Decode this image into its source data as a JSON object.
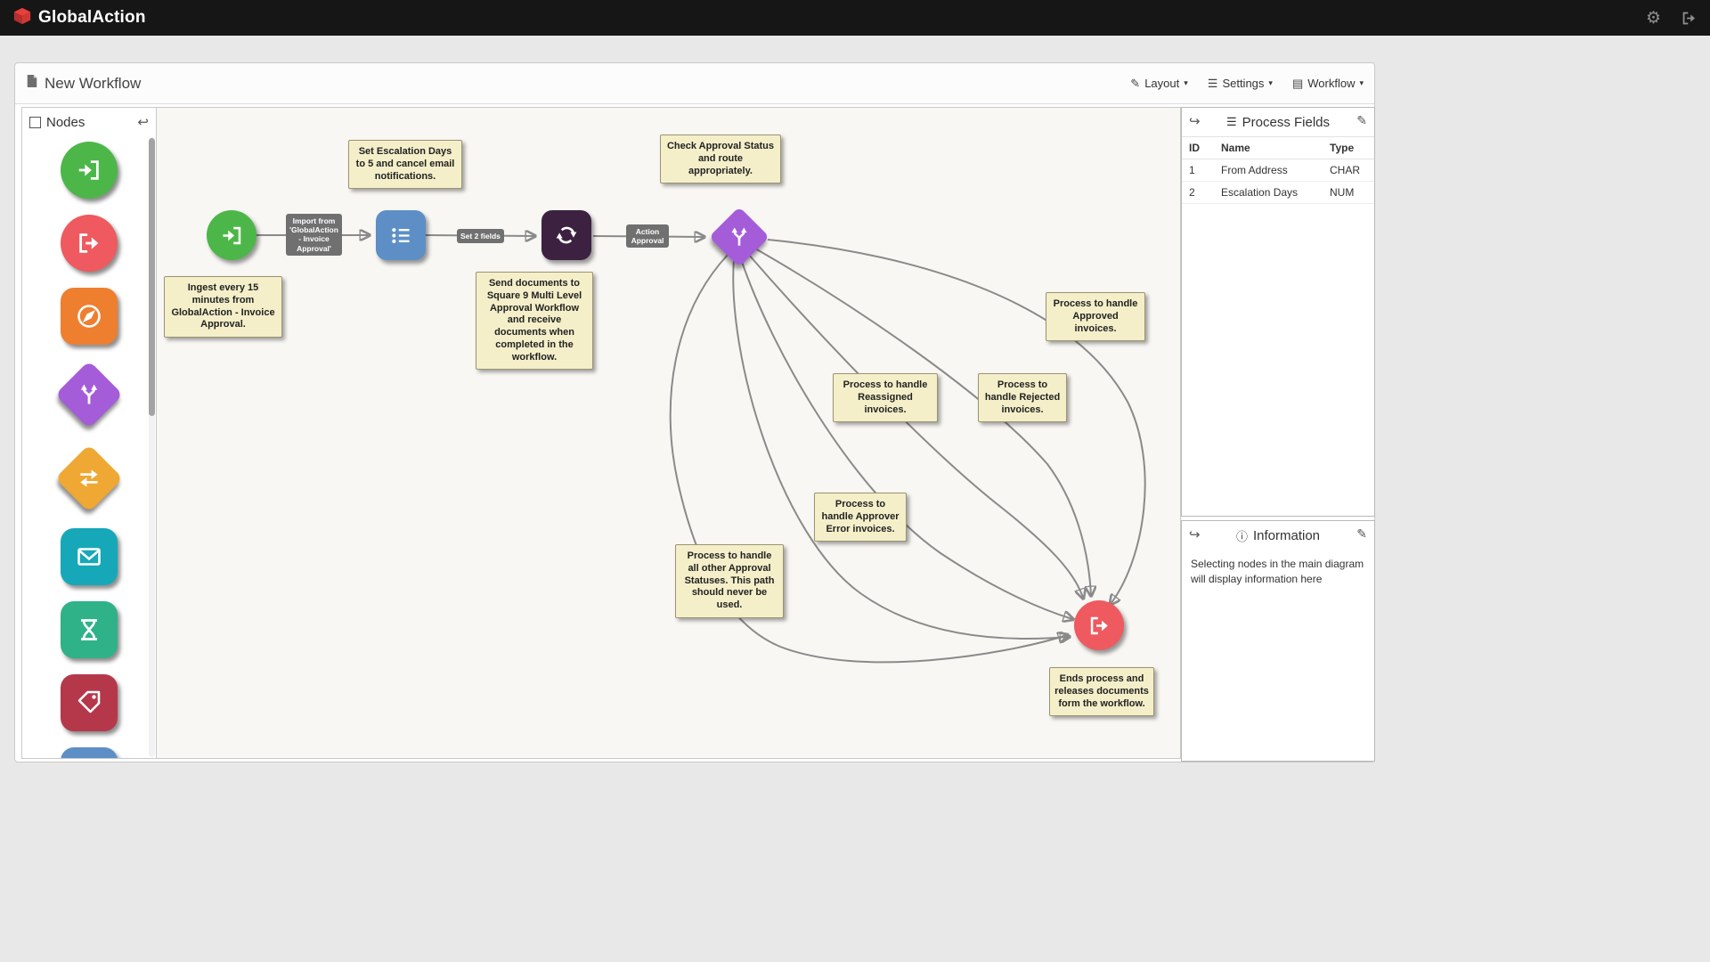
{
  "navbar": {
    "brand": "GlobalAction"
  },
  "toolbar": {
    "title": "New Workflow",
    "layout_label": "Layout",
    "settings_label": "Settings",
    "workflow_label": "Workflow"
  },
  "nodes_panel": {
    "title": "Nodes",
    "items": [
      {
        "name": "start-import-node"
      },
      {
        "name": "end-release-node"
      },
      {
        "name": "publish-compass-node"
      },
      {
        "name": "decision-branch-node"
      },
      {
        "name": "transfer-exchange-node"
      },
      {
        "name": "email-node"
      },
      {
        "name": "wait-timer-node"
      },
      {
        "name": "tag-node"
      },
      {
        "name": "field-list-node"
      }
    ]
  },
  "canvas": {
    "nodes": [
      {
        "name": "workflow-start"
      },
      {
        "name": "set-fields-list"
      },
      {
        "name": "sync-transfer"
      },
      {
        "name": "approval-branch"
      },
      {
        "name": "workflow-end"
      }
    ],
    "edge_labels": [
      "Import from 'GlobalAction - Invoice Approval'",
      "Set 2 fields",
      "Action Approval"
    ],
    "notes": [
      {
        "text": "Set Escalation Days to 5 and cancel email notifications."
      },
      {
        "text": "Check Approval Status and route appropriately."
      },
      {
        "text": "Ingest every 15 minutes from GlobalAction - Invoice Approval."
      },
      {
        "text": "Send documents to Square 9 Multi Level Approval Workflow and receive documents when completed in the workflow."
      },
      {
        "text": "Process to handle Approved invoices."
      },
      {
        "text": "Process to handle Reassigned invoices."
      },
      {
        "text": "Process to handle Rejected invoices."
      },
      {
        "text": "Process to handle Approver Error invoices."
      },
      {
        "text": "Process to handle all other Approval Statuses.  This path should never be used."
      },
      {
        "text": "Ends process and releases documents form the workflow."
      }
    ]
  },
  "process_fields": {
    "title": "Process Fields",
    "columns": [
      "ID",
      "Name",
      "Type"
    ],
    "rows": [
      [
        "1",
        "From Address",
        "CHAR"
      ],
      [
        "2",
        "Escalation Days",
        "NUM"
      ]
    ]
  },
  "information": {
    "title": "Information",
    "text": "Selecting nodes in the main diagram will display information here"
  },
  "colors": {
    "start_green": "#4cb748",
    "end_red": "#ee5a5f",
    "compass_orange": "#ee7f2f",
    "branch_purple": "#a55cd9",
    "exchange_amber": "#eea833",
    "email_teal": "#16a8b8",
    "wait_green": "#2fb287",
    "tag_brick": "#b5384a",
    "list_blue": "#5d8fc6",
    "sync_plum": "#3c2140",
    "edge_gray": "#8a8a8a",
    "note_bg": "#f4efc9"
  }
}
